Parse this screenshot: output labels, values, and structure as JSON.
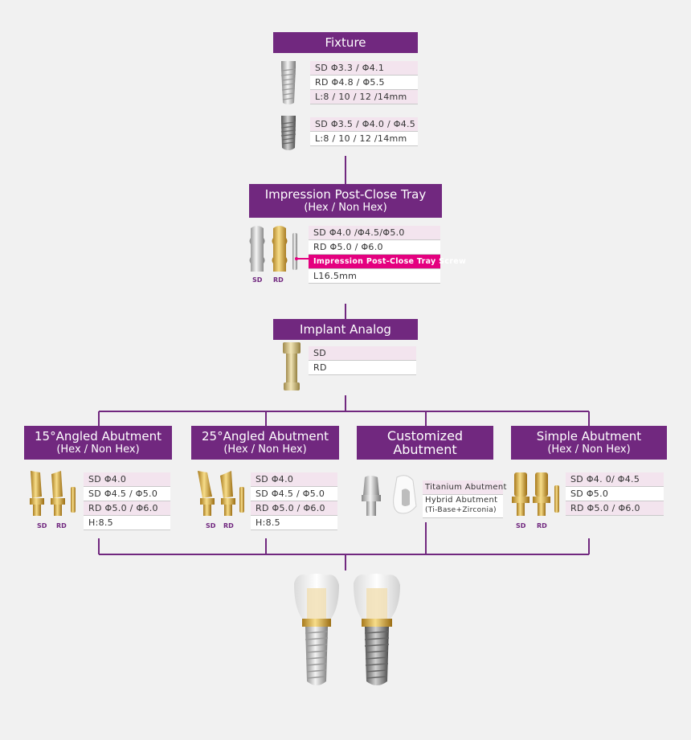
{
  "colors": {
    "header": "#71287f",
    "row_pink": "#f3e4ee",
    "highlight": "#e4007f",
    "connector": "#71287f",
    "background": "#f1f1f1"
  },
  "fixture": {
    "title": "Fixture",
    "group1": [
      "SD Φ3.3 / Φ4.1",
      "RD Φ4.8 / Φ5.5",
      "L:8 / 10 / 12 /14mm"
    ],
    "group2": [
      "SD Φ3.5 / Φ4.0 / Φ4.5",
      "L:8 / 10 / 12 /14mm"
    ]
  },
  "impression": {
    "title": "Impression Post-Close Tray",
    "subtitle": "(Hex / Non Hex)",
    "rows": [
      "SD Φ4.0 /Φ4.5/Φ5.0",
      "RD Φ5.0 / Φ6.0"
    ],
    "screw_label": "Impression Post-Close Tray Screw",
    "length": "L16.5mm",
    "label_sd": "SD",
    "label_rd": "RD"
  },
  "analog": {
    "title": "Implant Analog",
    "rows": [
      "SD",
      "RD"
    ]
  },
  "angled15": {
    "title": "15°Angled Abutment",
    "subtitle": "(Hex / Non Hex)",
    "rows": [
      "SD Φ4.0",
      "SD Φ4.5 / Φ5.0",
      "RD Φ5.0 / Φ6.0",
      "H:8.5"
    ],
    "label_sd": "SD",
    "label_rd": "RD"
  },
  "angled25": {
    "title": "25°Angled Abutment",
    "subtitle": "(Hex / Non Hex)",
    "rows": [
      "SD Φ4.0",
      "SD Φ4.5 / Φ5.0",
      "RD Φ5.0 / Φ6.0",
      "H:8.5"
    ],
    "label_sd": "SD",
    "label_rd": "RD"
  },
  "customized": {
    "title_line1": "Customized",
    "title_line2": "Abutment",
    "row1": "Titanium Abutment",
    "row2": "Hybrid Abutment",
    "row2_sub": "(Ti-Base+Zirconia)"
  },
  "simple": {
    "title": "Simple Abutment",
    "subtitle": "(Hex / Non Hex)",
    "rows": [
      "SD Φ4. 0/ Φ4.5",
      "SD Φ5.0",
      "RD Φ5.0 / Φ6.0"
    ],
    "label_sd": "SD",
    "label_rd": "RD"
  }
}
